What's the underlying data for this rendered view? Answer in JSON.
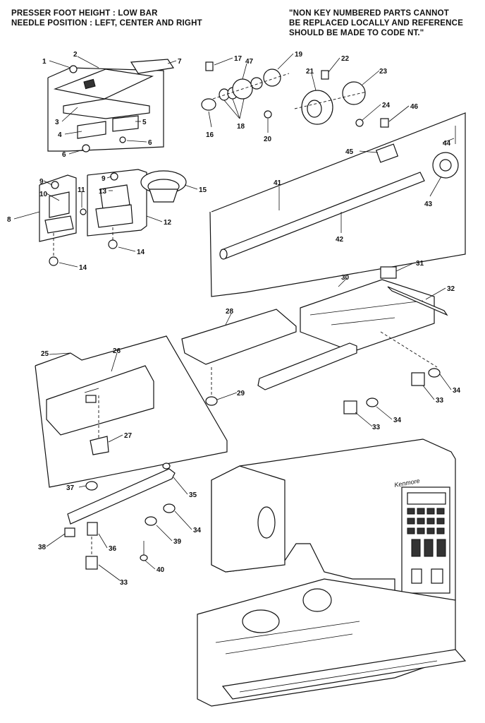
{
  "header": {
    "left_lines": [
      "PRESSER FOOT HEIGHT : LOW BAR",
      "NEEDLE POSITION : LEFT, CENTER AND RIGHT"
    ],
    "right_lines": [
      "\"NON KEY NUMBERED PARTS CANNOT",
      "BE REPLACED LOCALLY AND REFERENCE",
      "SHOULD BE MADE TO CODE NT.\""
    ]
  },
  "brand_text": "Kenmore",
  "part_labels": [
    "1",
    "2",
    "3",
    "4",
    "5",
    "6",
    "6",
    "7",
    "8",
    "9",
    "10",
    "11",
    "9",
    "13",
    "12",
    "14",
    "14",
    "15",
    "17",
    "47",
    "19",
    "22",
    "21",
    "23",
    "16",
    "18",
    "20",
    "24",
    "46",
    "44",
    "45",
    "41",
    "43",
    "42",
    "31",
    "30",
    "32",
    "28",
    "29",
    "34",
    "33",
    "34",
    "33",
    "25",
    "26",
    "27",
    "37",
    "35",
    "34",
    "39",
    "38",
    "36",
    "40",
    "33"
  ]
}
